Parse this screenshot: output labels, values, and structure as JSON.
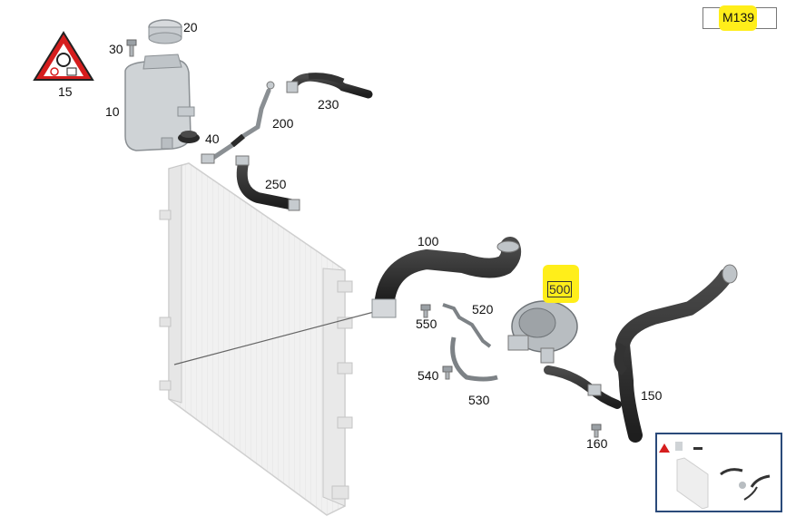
{
  "diagram": {
    "code": "M139",
    "highlight_color": "#ffee1a",
    "inset_border_color": "#2a4a7a",
    "labels": {
      "p10": "10",
      "p15": "15",
      "p20": "20",
      "p30": "30",
      "p40": "40",
      "p100": "100",
      "p150": "150",
      "p160": "160",
      "p200": "200",
      "p230": "230",
      "p250": "250",
      "p500": "500",
      "p520": "520",
      "p530": "530",
      "p540": "540",
      "p550": "550"
    },
    "icons": [
      "warning-triangle-icon",
      "hot-coolant-icon",
      "no-open-icon",
      "manual-book-icon"
    ]
  }
}
